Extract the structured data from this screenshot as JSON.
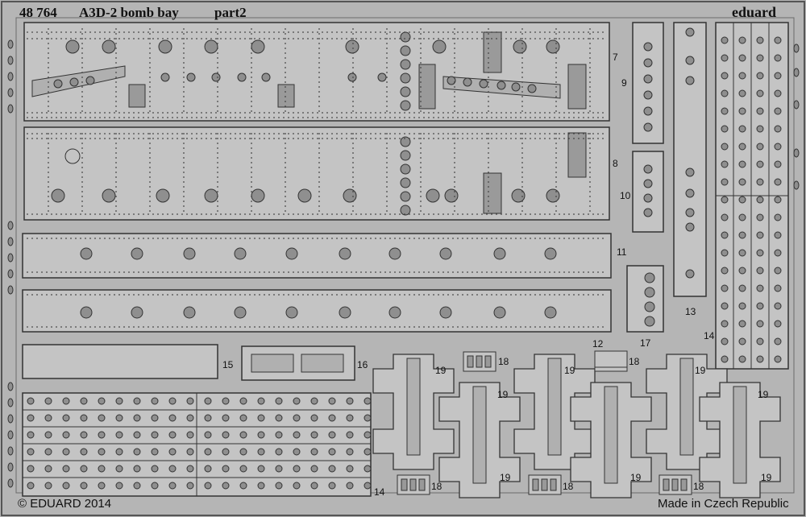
{
  "header": {
    "code": "48 764",
    "title": "A3D-2 bomb bay",
    "part": "part2",
    "brand": "eduard"
  },
  "part_numbers": {
    "p7": "7",
    "p8": "8",
    "p9": "9",
    "p10": "10",
    "p11": "11",
    "p12": "12",
    "p13": "13",
    "p14a": "14",
    "p14b": "14",
    "p15": "15",
    "p16": "16",
    "p17": "17",
    "p18a": "18",
    "p18b": "18",
    "p18c": "18",
    "p18d": "18",
    "p18e": "18",
    "p19a": "19",
    "p19b": "19",
    "p19c": "19",
    "p19d": "19",
    "p19e": "19",
    "p19f": "19",
    "p19g": "19",
    "p19h": "19"
  },
  "footer": {
    "copyright": "© EDUARD 2014",
    "origin": "Made in Czech Republic"
  },
  "colors": {
    "fret": "#b5b5b5",
    "part": "#c4c4c4",
    "outline": "#3a3a3a",
    "hole": "#8f8f8f",
    "dark": "#555555"
  }
}
